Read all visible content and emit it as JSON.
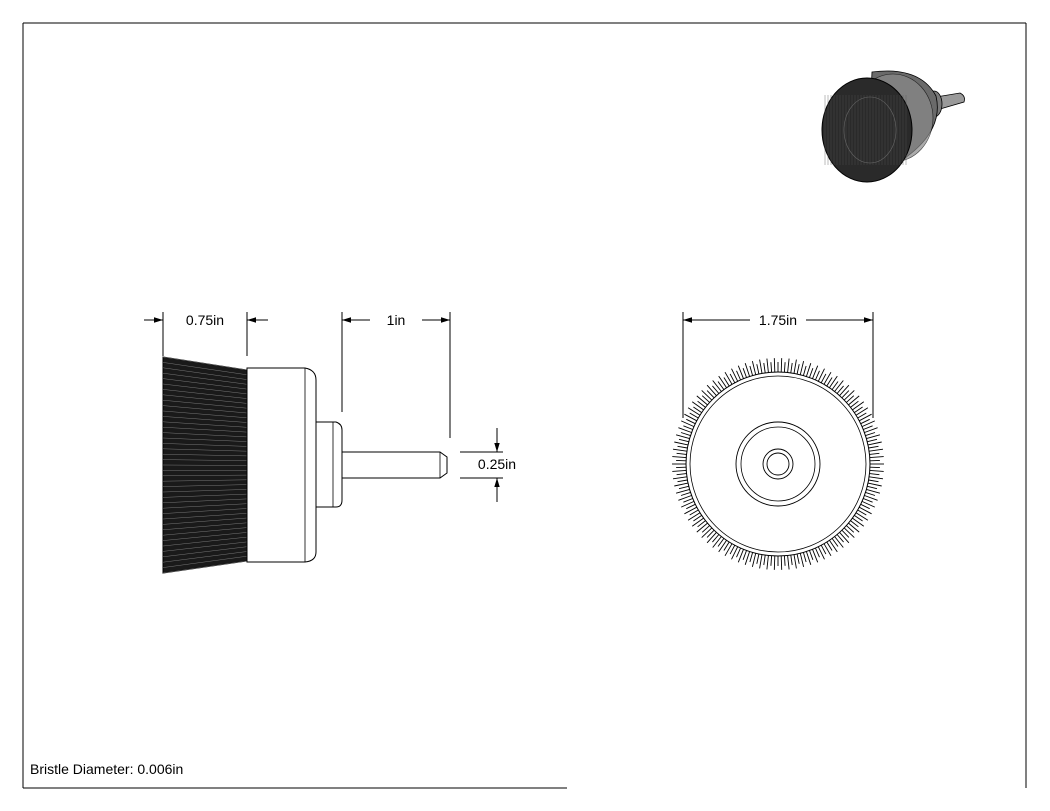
{
  "dimensions": {
    "face_length": "0.75in",
    "shank_length": "1in",
    "shank_diameter": "0.25in",
    "brush_diameter": "1.75in"
  },
  "note": "Bristle Diameter: 0.006in"
}
